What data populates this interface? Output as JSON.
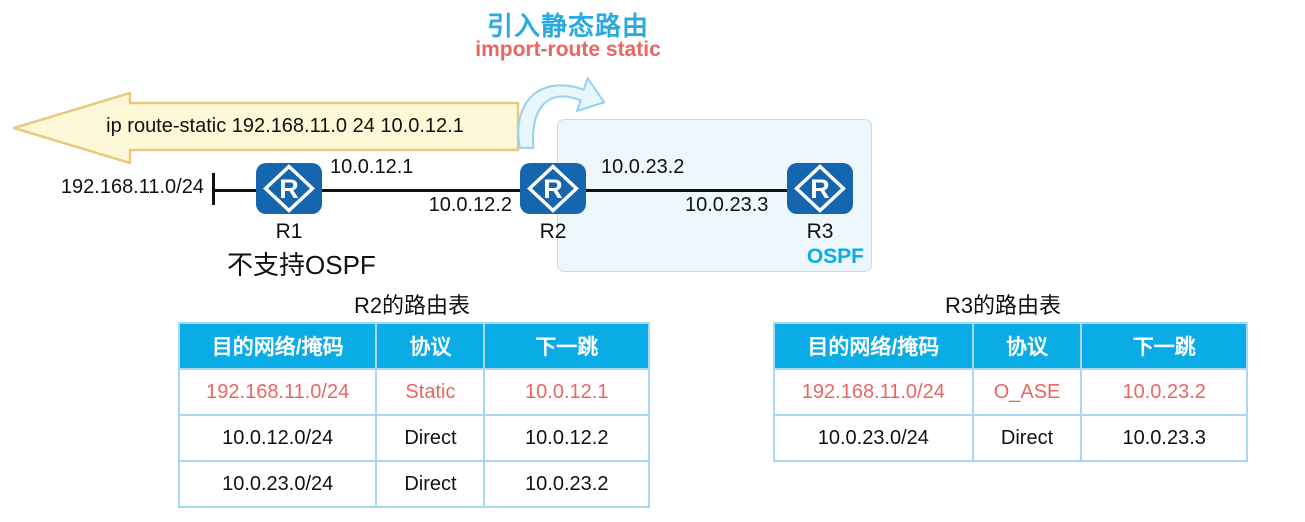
{
  "title": {
    "zh": "引入静态路由",
    "en": "import-route static"
  },
  "banner": {
    "command": "ip route-static 192.168.11.0 24 10.0.12.1"
  },
  "topology": {
    "lan_label": "192.168.11.0/24",
    "routers": [
      {
        "id": "R1",
        "glyph": "R",
        "note": "不支持OSPF"
      },
      {
        "id": "R2",
        "glyph": "R"
      },
      {
        "id": "R3",
        "glyph": "R"
      }
    ],
    "links": [
      {
        "near_label": "10.0.12.1",
        "far_label": "10.0.12.2"
      },
      {
        "near_label": "10.0.23.2",
        "far_label": "10.0.23.3"
      }
    ],
    "ospf_zone_label": "OSPF"
  },
  "tables": [
    {
      "title": "R2的路由表",
      "headers": [
        "目的网络/掩码",
        "协议",
        "下一跳"
      ],
      "rows": [
        {
          "cells": [
            "192.168.11.0/24",
            "Static",
            "10.0.12.1"
          ],
          "highlight": true
        },
        {
          "cells": [
            "10.0.12.0/24",
            "Direct",
            "10.0.12.2"
          ],
          "highlight": false
        },
        {
          "cells": [
            "10.0.23.0/24",
            "Direct",
            "10.0.23.2"
          ],
          "highlight": false
        }
      ]
    },
    {
      "title": "R3的路由表",
      "headers": [
        "目的网络/掩码",
        "协议",
        "下一跳"
      ],
      "rows": [
        {
          "cells": [
            "192.168.11.0/24",
            "O_ASE",
            "10.0.23.2"
          ],
          "highlight": true
        },
        {
          "cells": [
            "10.0.23.0/24",
            "Direct",
            "10.0.23.3"
          ],
          "highlight": false
        }
      ]
    }
  ],
  "colors": {
    "accent_cyan": "#0AACE6",
    "title_blue": "#29ABE2",
    "highlight_red": "#E96762",
    "router_blue": "#1566AE",
    "table_border": "#A8D9F2",
    "banner_fill": "#FDF8D8",
    "banner_border": "#E9C97E",
    "ospf_zone_fill": "#EDF7FC",
    "ospf_zone_border": "#BFE2F2"
  }
}
